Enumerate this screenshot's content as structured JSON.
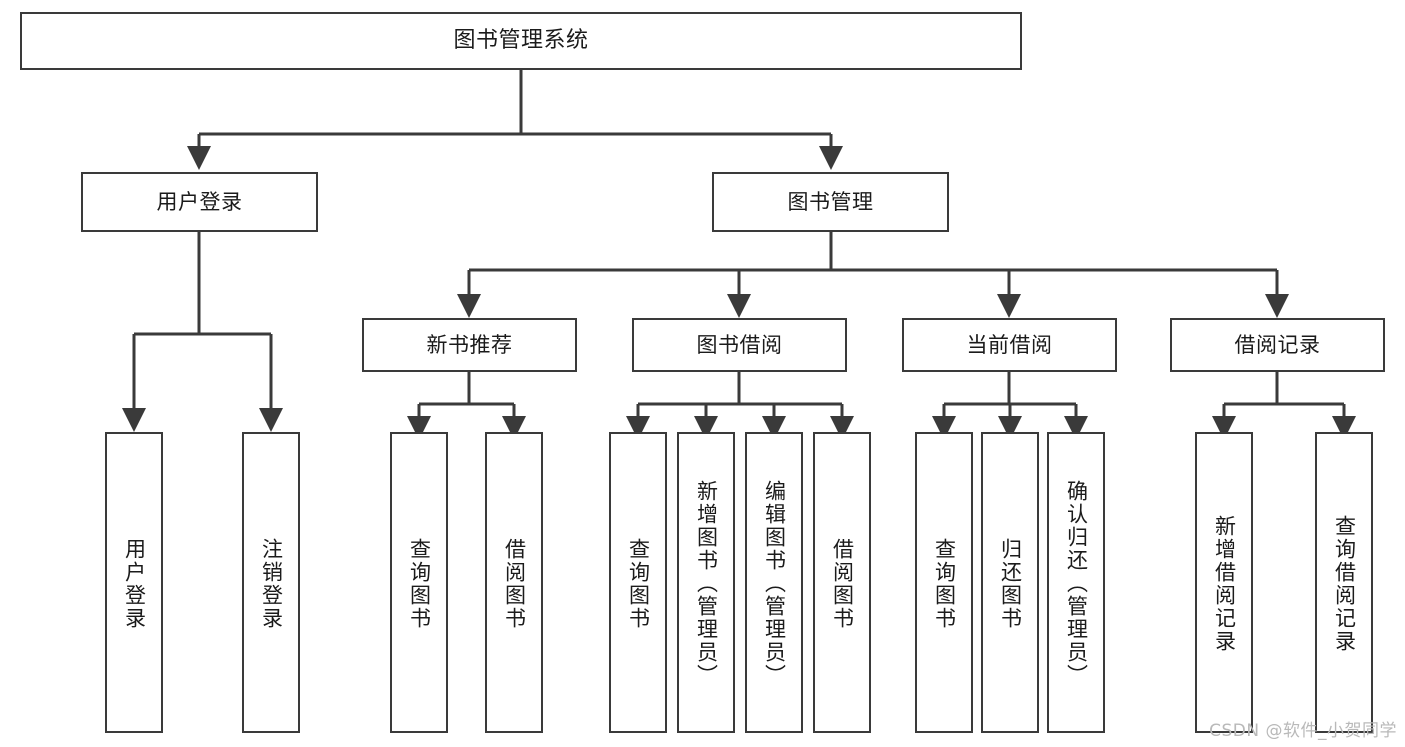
{
  "diagram": {
    "type": "tree-hierarchy",
    "title": "图书管理系统",
    "watermark": "CSDN @软件_小贺同学",
    "colors": {
      "stroke": "#3a3a3a",
      "fill": "#ffffff",
      "text": "#1b1b1b",
      "watermark": "#b9b9b9"
    },
    "root": {
      "label": "图书管理系统",
      "orientation": "horizontal"
    },
    "level2": [
      {
        "label": "用户登录",
        "orientation": "horizontal"
      },
      {
        "label": "图书管理",
        "orientation": "horizontal"
      }
    ],
    "level3": [
      {
        "label": "新书推荐",
        "orientation": "horizontal"
      },
      {
        "label": "图书借阅",
        "orientation": "horizontal"
      },
      {
        "label": "当前借阅",
        "orientation": "horizontal"
      },
      {
        "label": "借阅记录",
        "orientation": "horizontal"
      }
    ],
    "leaves": {
      "user_login": [
        {
          "label": "用户登录",
          "orientation": "vertical"
        },
        {
          "label": "注销登录",
          "orientation": "vertical"
        }
      ],
      "new_book_recommend": [
        {
          "label": "查询图书",
          "orientation": "vertical"
        },
        {
          "label": "借阅图书",
          "orientation": "vertical"
        }
      ],
      "book_borrow": [
        {
          "label": "查询图书",
          "orientation": "vertical"
        },
        {
          "label": "新增图书（管理员）",
          "orientation": "vertical"
        },
        {
          "label": "编辑图书（管理员）",
          "orientation": "vertical"
        },
        {
          "label": "借阅图书",
          "orientation": "vertical"
        }
      ],
      "current_borrow": [
        {
          "label": "查询图书",
          "orientation": "vertical"
        },
        {
          "label": "归还图书",
          "orientation": "vertical"
        },
        {
          "label": "确认归还（管理员）",
          "orientation": "vertical"
        }
      ],
      "borrow_record": [
        {
          "label": "新增借阅记录",
          "orientation": "vertical"
        },
        {
          "label": "查询借阅记录",
          "orientation": "vertical"
        }
      ]
    }
  }
}
